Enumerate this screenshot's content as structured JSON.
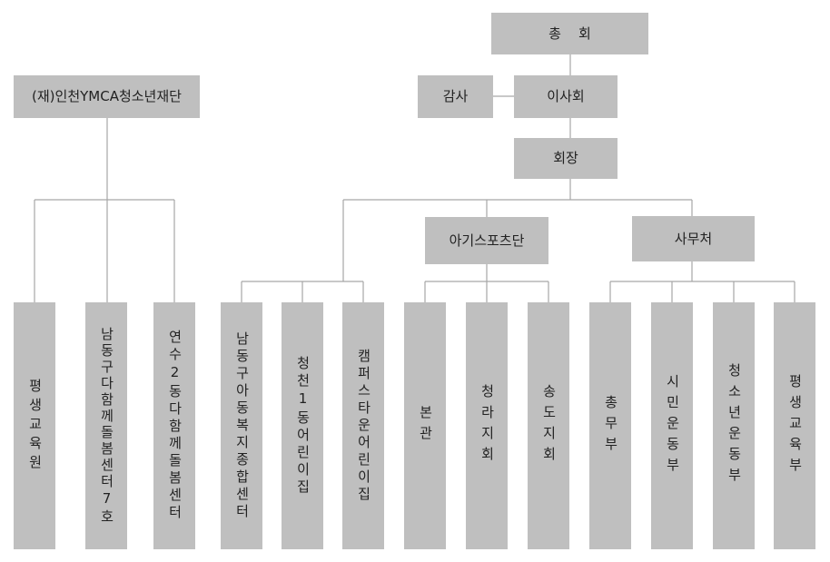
{
  "colors": {
    "box": "#bfbfbf",
    "line": "#a6a6a6",
    "text": "#222222"
  },
  "top": {
    "general_assembly": "총    회",
    "audit": "감사",
    "board": "이사회",
    "president": "회장",
    "agi_sports": "아기스포츠단",
    "secretariat": "사무처"
  },
  "foundation": {
    "title": "(재)인천YMCA청소년재단",
    "units": [
      "평생교육원",
      "남동구다함께돌봄센터7호",
      "연수2동다함께돌봄센터"
    ]
  },
  "facilities": [
    "남동구아동복지종합센터",
    "청천1동어린이집",
    "캠퍼스타운어린이집"
  ],
  "agi_units": [
    "본관",
    "청라지회",
    "송도지회"
  ],
  "secretariat_units": [
    "총무부",
    "시민운동부",
    "청소년운동부",
    "평생교육부"
  ]
}
